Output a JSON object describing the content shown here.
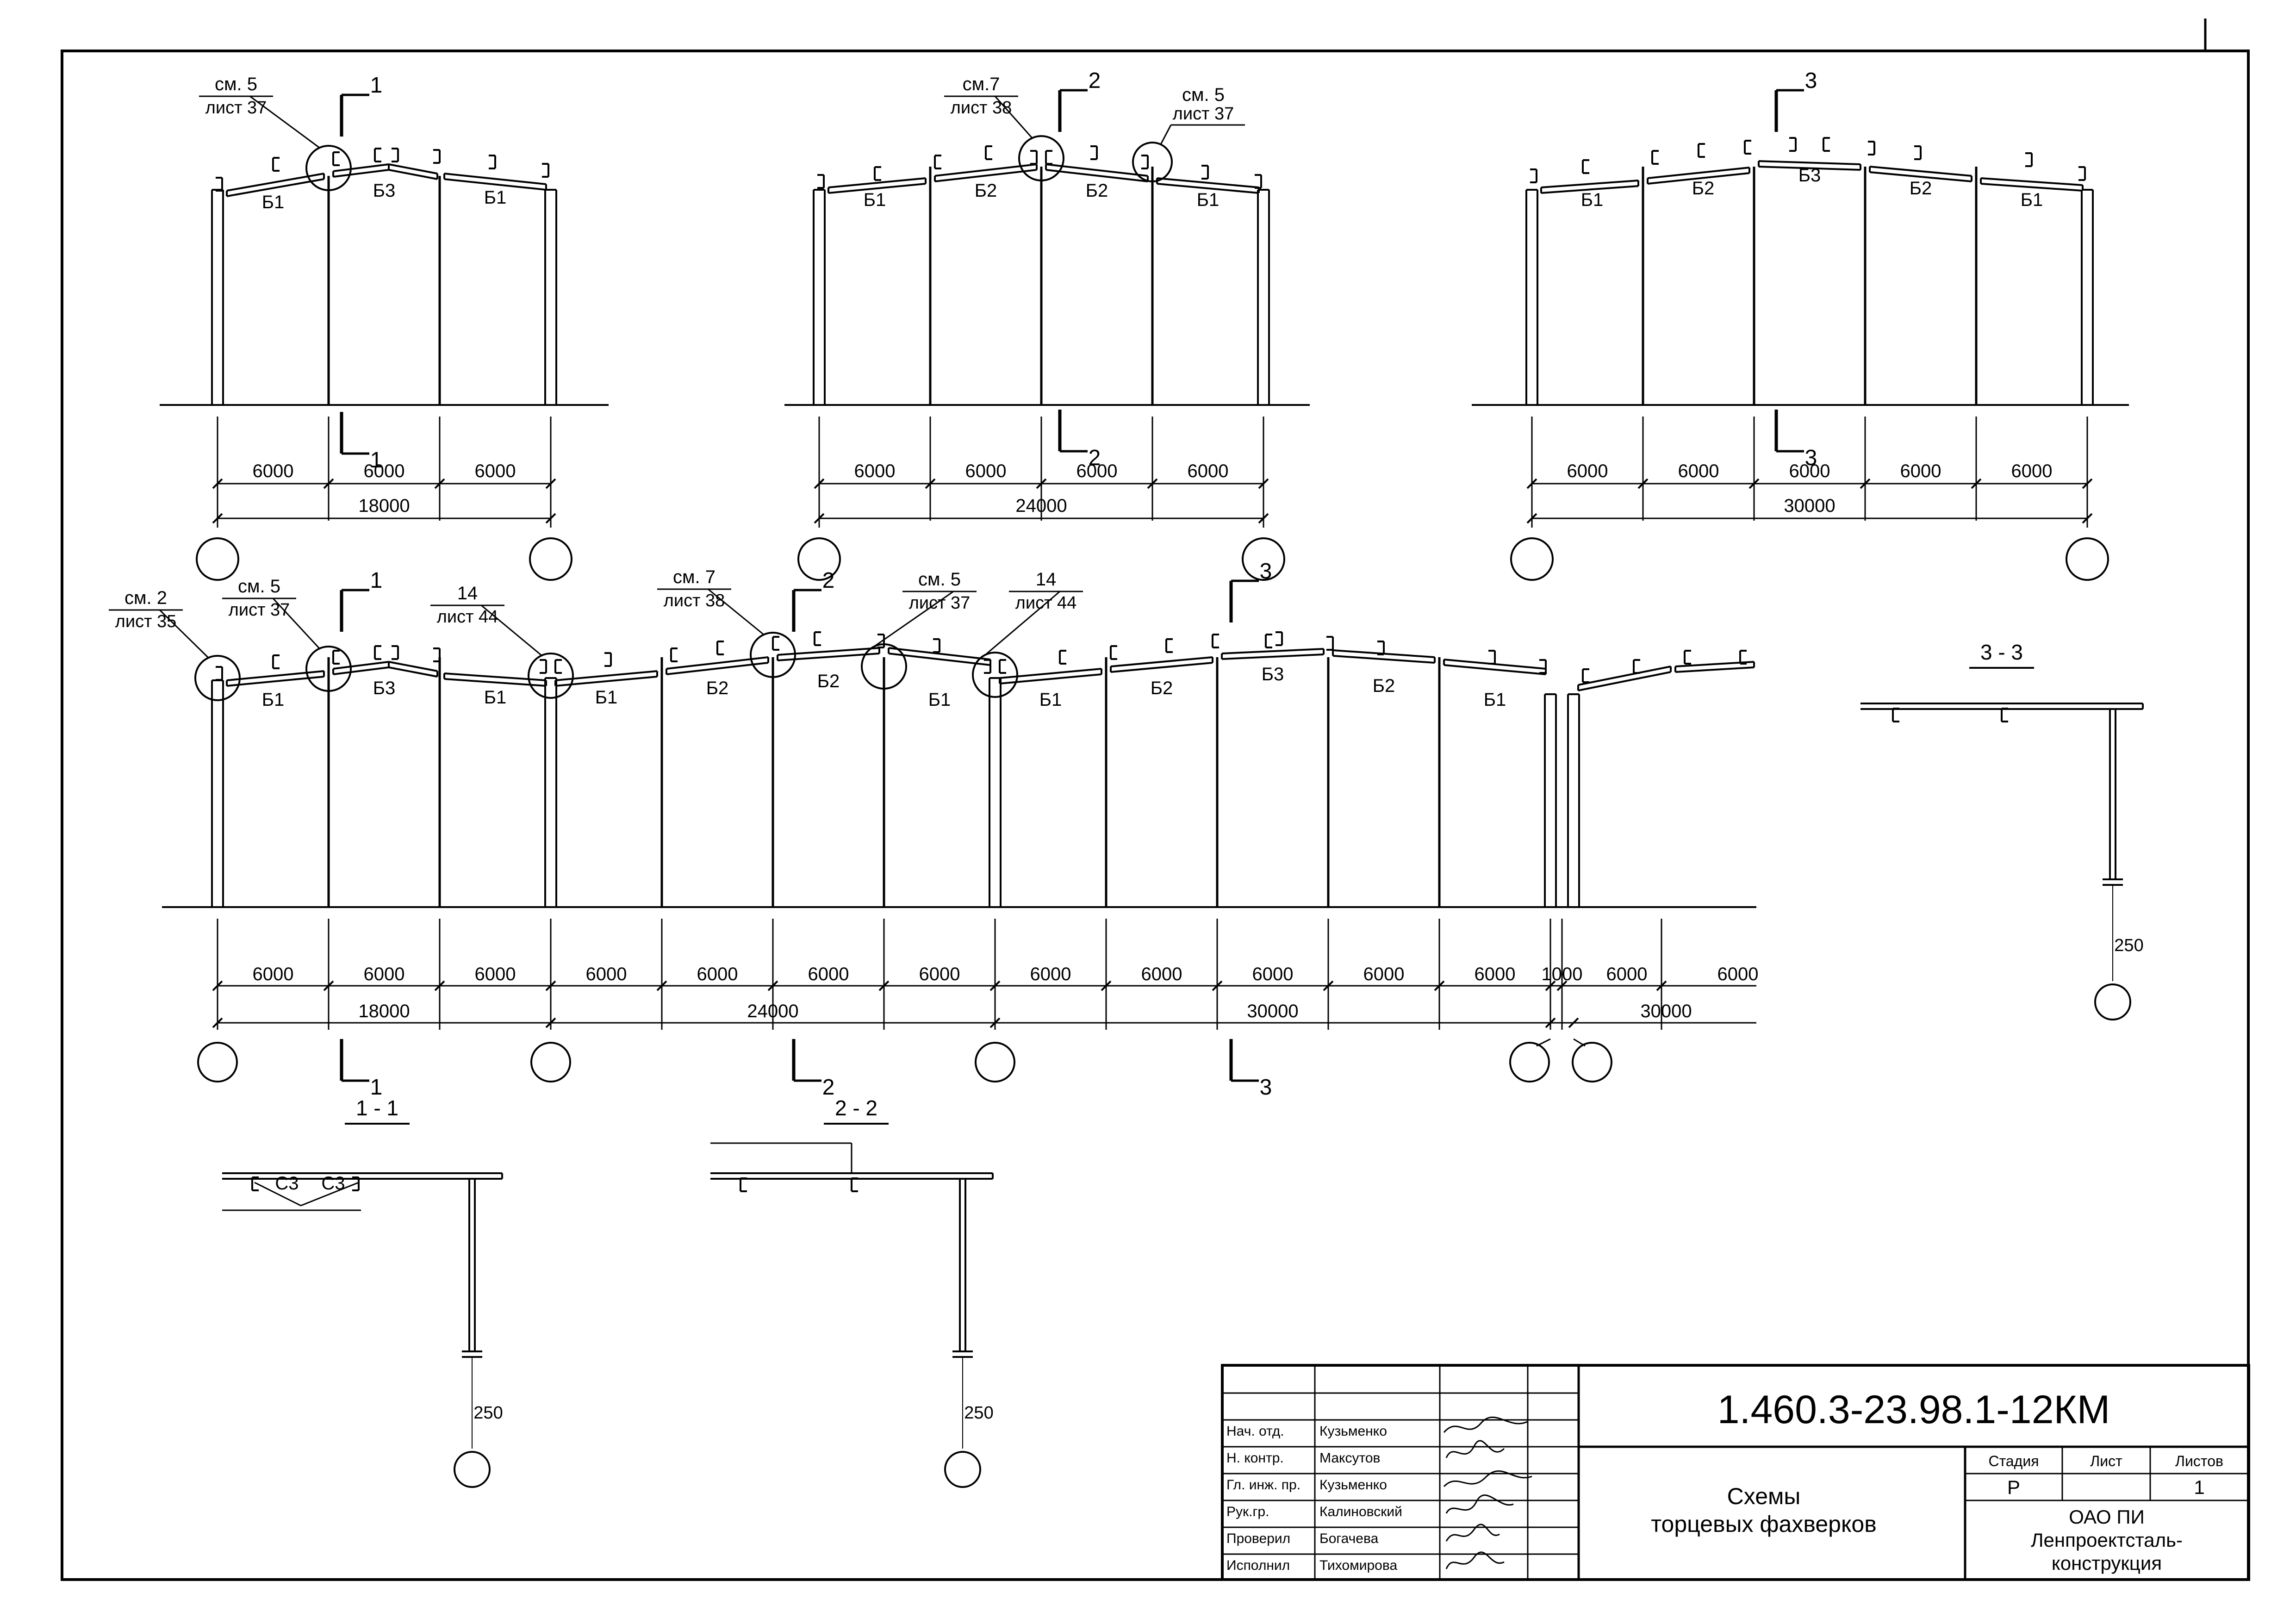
{
  "labels": {
    "sm5": "см. 5",
    "sm7": "см.7",
    "sm7b": "см. 7",
    "sm2": "см. 2",
    "list37": "лист 37",
    "list38": "лист 38",
    "list35": "лист 35",
    "list44": "лист 44",
    "n14": "14"
  },
  "sections": {
    "s1": "1",
    "s2": "2",
    "s3": "3",
    "sec11": "1 - 1",
    "sec22": "2 - 2",
    "sec33": "3 - 3",
    "d250": "250",
    "c3": "С3"
  },
  "beams": {
    "b1": "Б1",
    "b2": "Б2",
    "b3": "Б3"
  },
  "dims": {
    "d6000": "6000",
    "d1000": "1000",
    "d18000": "18000",
    "d24000": "24000",
    "d30000": "30000"
  },
  "title_block": {
    "doc_code": "1.460.3-23.98.1-12КМ",
    "title_line1": "Схемы",
    "title_line2": "торцевых фахверков",
    "stage_header": "Стадия",
    "sheet_header": "Лист",
    "sheets_header": "Листов",
    "stage": "Р",
    "sheets": "1",
    "org_line1": "ОАО  ПИ",
    "org_line2": "Ленпроектсталь-",
    "org_line3": "конструкция",
    "roles": [
      {
        "role": "Нач. отд.",
        "name": "Кузьменко"
      },
      {
        "role": "Н. контр.",
        "name": "Максутов"
      },
      {
        "role": "Гл. инж. пр.",
        "name": "Кузьменко"
      },
      {
        "role": "Рук.гр.",
        "name": "Калиновский"
      },
      {
        "role": "Проверил",
        "name": "Богачева"
      },
      {
        "role": "Исполнил",
        "name": "Тихомирова"
      }
    ]
  }
}
